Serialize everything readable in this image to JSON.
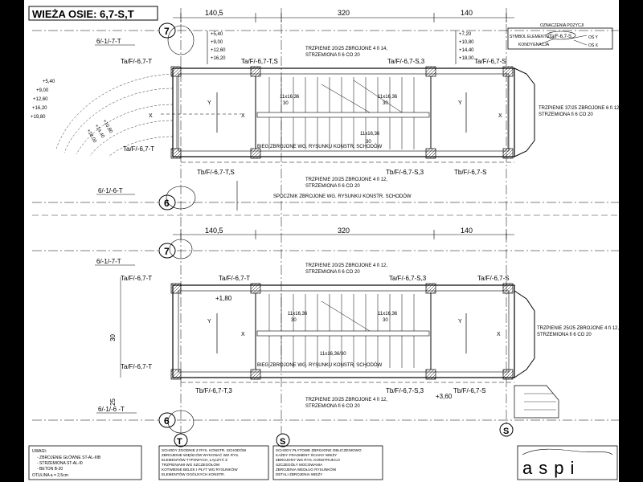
{
  "title": "WIEŻA OSIE: 6,7-S,T",
  "dimensions": {
    "d1": "140,5",
    "d2": "320",
    "d3": "140",
    "side_a": "30",
    "side_b": "25"
  },
  "legend": {
    "header": "OZNACZENIA POZYCJI",
    "symbol": "SYMBOL ELEMENTU",
    "code_example": "Ta/F-6,7-S",
    "kondygnacja": "KONDYGNACJA",
    "os_y": "OŚ Y",
    "os_x": "OŚ X"
  },
  "axes": {
    "a7": "7",
    "a6": "6",
    "aT": "T",
    "aS": "S",
    "aS2": "S"
  },
  "marks": {
    "m1": "6/-1/-7-T",
    "m2": "6/-1/-6-T",
    "m3": "6/-1/-7-T",
    "m4": "6/-1/-6 -T"
  },
  "top_plan": {
    "elev_left": [
      "+5,40",
      "+9,00",
      "+12,60",
      "+16,20"
    ],
    "elev_right": [
      "+7,20",
      "+10,80",
      "+14,40",
      "+18,00"
    ],
    "elev_arc": [
      "+5,40",
      "+9,00",
      "+12,60",
      "+16,20",
      "+19,80"
    ],
    "elev_arc_diag": [
      "+10,80",
      "+14,40",
      "+18,00"
    ],
    "tl": "Ta/F/-6,7-T",
    "tm": "Ta/F/-6,7-T,S",
    "tr1": "Ta/F/-6,7-S,3",
    "tr2": "Ta/F/-6,7-S",
    "bl": "Ta/F/-6,7-T",
    "bm": "Tb/F/-6,7-T,S",
    "bm2": "Tb/F/-6,7-S,3",
    "br": "Tb/F/-6,7-S",
    "note_top": "TRZPIENIE 20/25 ZBROJONE 4 fi 14,\nSTRZEMIONA fi 6 CO 20",
    "note_right": "TRZPIENIE 37/25 ZBROJONE 6 fi 12,\nSTRZEMIONA fi 6 CO 20",
    "note_bottom": "TRZPIENIE 20/25 ZBROJONE 4 fi 12,\nSTRZEMIONA fi 6 CO 20",
    "bieg": "BIEG ZBROJONE WG. RYSUNKU KONSTR. SCHODÓW",
    "spocznik": "SPOCZNIK ZBROJONE WG. RYSUNKU KONSTR. SCHODÓW",
    "stairs1": [
      "11x16,36",
      "30"
    ],
    "stairs2": [
      "11x16,36",
      "30"
    ],
    "landing": [
      "11x16,36",
      "30"
    ],
    "x1": "X",
    "x2": "X",
    "x3": "X",
    "y1": "Y",
    "y2": "Y"
  },
  "bottom_plan": {
    "elev": "+1,80",
    "elev_b": "+3,60",
    "tl": "Ta/F/-6,7-T",
    "tm": "Ta/F/-6,7-T",
    "tr1": "Ta/F/-6,7-S,3",
    "tr2": "Ta/F/-6,7-S",
    "bl": "Ta/F/-6,7-T",
    "bm": "Tb/F/-6,7-T,3",
    "bm2": "Tb/F/-6,7-S,3",
    "br": "Tb/F/-6,7-S",
    "note_top": "TRZPIENIE 20/25 ZBROJONE 4 fi 12,\nSTRZEMIONA fi 6 CO 20",
    "note_right": "TRZPIENIE 25/25 ZBROJONE 4 fi 12,\nSTRZEMIONA fi 6 CO 20",
    "note_bottom": "TRZPIENIE 20/25 ZBROJONE 4 fi 12,\nSTRZEMIONA fi 6 CO 20",
    "bieg": "BIEG ZBROJONE WG. RYSUNKU KONSTR. SCHODÓW",
    "stairs1": [
      "11x16,36",
      "30"
    ],
    "stairs2": [
      "11x16,36",
      "30"
    ],
    "landing": [
      "11x16,36/30"
    ],
    "x1": "X",
    "x2": "X",
    "y1": "Y",
    "y2": "Y"
  },
  "notes": {
    "box1": [
      "UWAGI:",
      "- ZBROJENIE GŁÓWNE ST-AL-IIIB",
      "- STRZEMIONA ST-AL-I0",
      "- BETON B-20",
      "OTULINA a = 2,5cm"
    ],
    "box2": [
      "SCHODY ZGODNIE Z RYS. KONSTR. SCHODÓW",
      "ZBROJENIE WIĘŃCÓW WYKONAĆ WG RYS.",
      "ELEMENTÓW TYPOWYCH, ŁĄCZYĆ Z",
      "TRZPIENIAMI WG SZCZEGÓŁÓW",
      "KOTWIENIE BELEK I PŁYT WG RYSUNKÓW",
      "ELEMENTÓW OGÓLNYCH KONSTR."
    ],
    "box3": [
      "SCHODY PŁYTOWE ZBROJONE OBLICZENIOWO",
      "KAŻDY FRAGMENT ŚCIANY WIEŻY",
      "ZBROJONY WG RYS. KONSTRUKCJI",
      "SZCZEGÓŁY MOCOWANIA",
      "ZBROJENIA WEDŁUG RYSUNKÓW",
      "DETALI ZBROJENIA WIEŻY"
    ]
  },
  "logo": "aspi"
}
